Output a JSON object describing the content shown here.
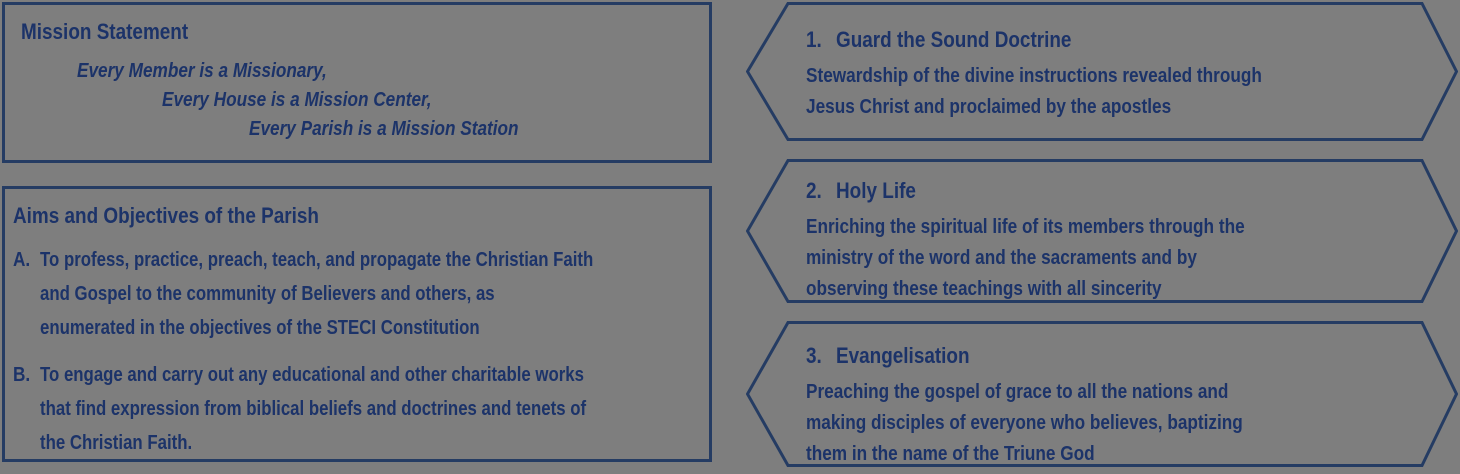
{
  "canvas": {
    "background_color": "#7e7e7e",
    "outline_color": "#253c63",
    "text_color": "#1c3369"
  },
  "mission_box": {
    "title": "Mission Statement",
    "lines": [
      "Every Member is a Missionary,",
      "Every House is a Mission Center,",
      "Every Parish is a Mission Station"
    ]
  },
  "aims_box": {
    "title": "Aims and Objectives of the Parish",
    "items": [
      {
        "marker": "A.",
        "lines": [
          "To profess, practice, preach, teach, and propagate the Christian Faith",
          "and Gospel to the community of Believers and others, as",
          "enumerated in the objectives of the STECI Constitution"
        ]
      },
      {
        "marker": "B.",
        "lines": [
          "To engage and carry out any educational and other charitable works",
          "that find expression from biblical beliefs and doctrines and tenets of",
          "the Christian Faith."
        ]
      }
    ]
  },
  "hexagons": [
    {
      "number": "1.",
      "title": "Guard the Sound Doctrine",
      "lines": [
        "Stewardship of the divine instructions revealed through",
        "Jesus Christ and proclaimed by the apostles"
      ]
    },
    {
      "number": "2.",
      "title": "Holy Life",
      "lines": [
        "Enriching the spiritual life of its members through the",
        "ministry of the word and the sacraments and by",
        "observing these teachings with all sincerity"
      ]
    },
    {
      "number": "3.",
      "title": "Evangelisation",
      "lines": [
        "Preaching the gospel of grace to all the nations and",
        "making disciples of everyone who believes, baptizing",
        "them in the name of the Triune God"
      ]
    }
  ]
}
